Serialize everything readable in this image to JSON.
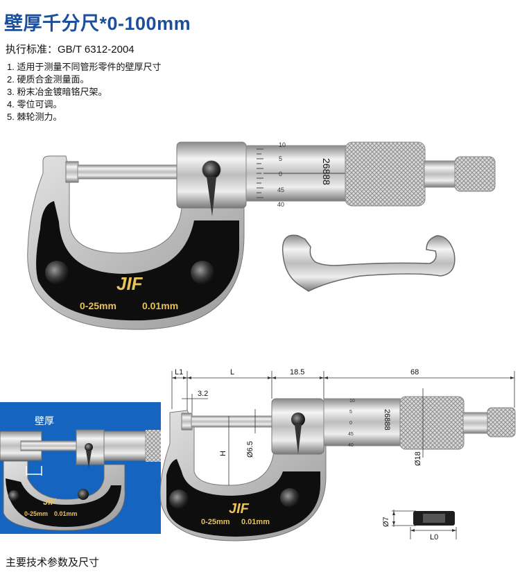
{
  "header": {
    "title": "壁厚千分尺*0-100mm",
    "standard": "执行标准：GB/T 6312-2004"
  },
  "features": [
    "1. 适用于测量不同管形零件的壁厚尺寸",
    "2. 硬质合金测量面。",
    "3. 粉末冶金镀暗铬尺架。",
    "4. 零位可调。",
    "5. 棘轮测力。"
  ],
  "product": {
    "range_label": "0-25mm",
    "resolution_label": "0.01mm",
    "serial_number": "26888",
    "thimble_scale": [
      "10",
      "5",
      "0",
      "45",
      "40"
    ]
  },
  "inset": {
    "label": "壁厚",
    "range_label": "0-25mm",
    "resolution_label": "0.01mm"
  },
  "dimensions": {
    "L1": "L1",
    "L": "L",
    "d1": "18.5",
    "d2": "68",
    "d3": "3.2",
    "H": "H",
    "dia_spindle": "Ø6.5",
    "dia_thimble": "Ø18",
    "dia_standard": "Ø7",
    "L0": "L0",
    "range_label": "0-25mm",
    "resolution_label": "0.01mm",
    "serial_number": "26888",
    "thimble_scale": [
      "10",
      "5",
      "0",
      "45",
      "40"
    ]
  },
  "footer": {
    "section_title": "主要技术参数及尺寸"
  },
  "colors": {
    "title": "#1b4f9c",
    "inset_bg": "#1565c0",
    "frame_black": "#111111",
    "gold_text": "#e8c25a"
  }
}
